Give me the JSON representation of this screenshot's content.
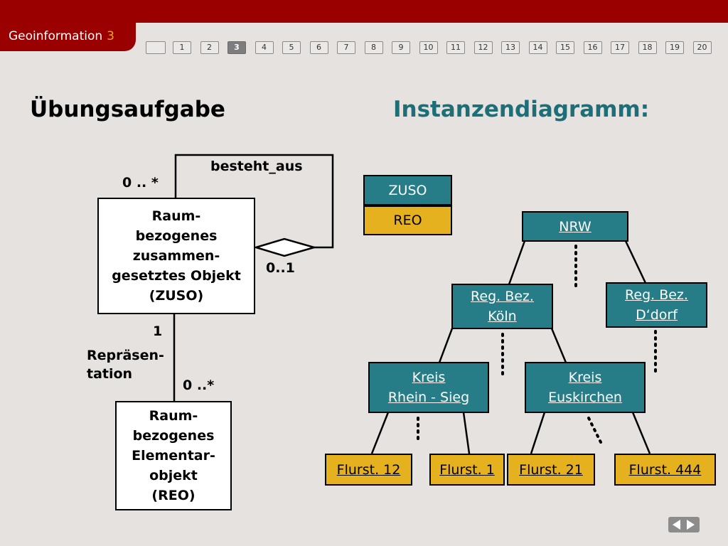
{
  "header": {
    "title": "Geoinformation",
    "title_number": "3"
  },
  "pager": {
    "pages": [
      "",
      "1",
      "2",
      "3",
      "4",
      "5",
      "6",
      "7",
      "8",
      "9",
      "10",
      "11",
      "12",
      "13",
      "14",
      "15",
      "16",
      "17",
      "18",
      "19",
      "20"
    ],
    "current": "3"
  },
  "headings": {
    "left": "Übungsaufgabe",
    "right": "Instanzendiagramm:"
  },
  "uml": {
    "zuso_box": "Raum-\nbezogenes\nzusammen-\ngesetztes Objekt\n(ZUSO)",
    "reo_box": "Raum-\nbezogenes\nElementar-\nobjekt\n(REO)",
    "assoc_name": "besteht_aus",
    "mult_top": "0 .. *",
    "mult_aggregate": "0..1",
    "mult_one": "1",
    "rep_label": "Repräsen-\ntation",
    "mult_reo": "0 ..*"
  },
  "legend": {
    "zuso": "ZUSO",
    "reo": "REO"
  },
  "instances": {
    "nrw": "NRW",
    "koeln": "Reg. Bez.\nKöln",
    "ddorf": "Reg. Bez.\nD‘dorf",
    "rhein_sieg": "Kreis \nRhein - Sieg",
    "euskirchen": "Kreis \nEuskirchen",
    "f12": "Flurst. 12",
    "f1": "Flurst. 1",
    "f21": "Flurst. 21",
    "f444": "Flurst. 444"
  },
  "colors": {
    "brand": "#9b0000",
    "teal": "#267d87",
    "gold": "#e6b11e",
    "heading_right": "#1e6e78"
  }
}
